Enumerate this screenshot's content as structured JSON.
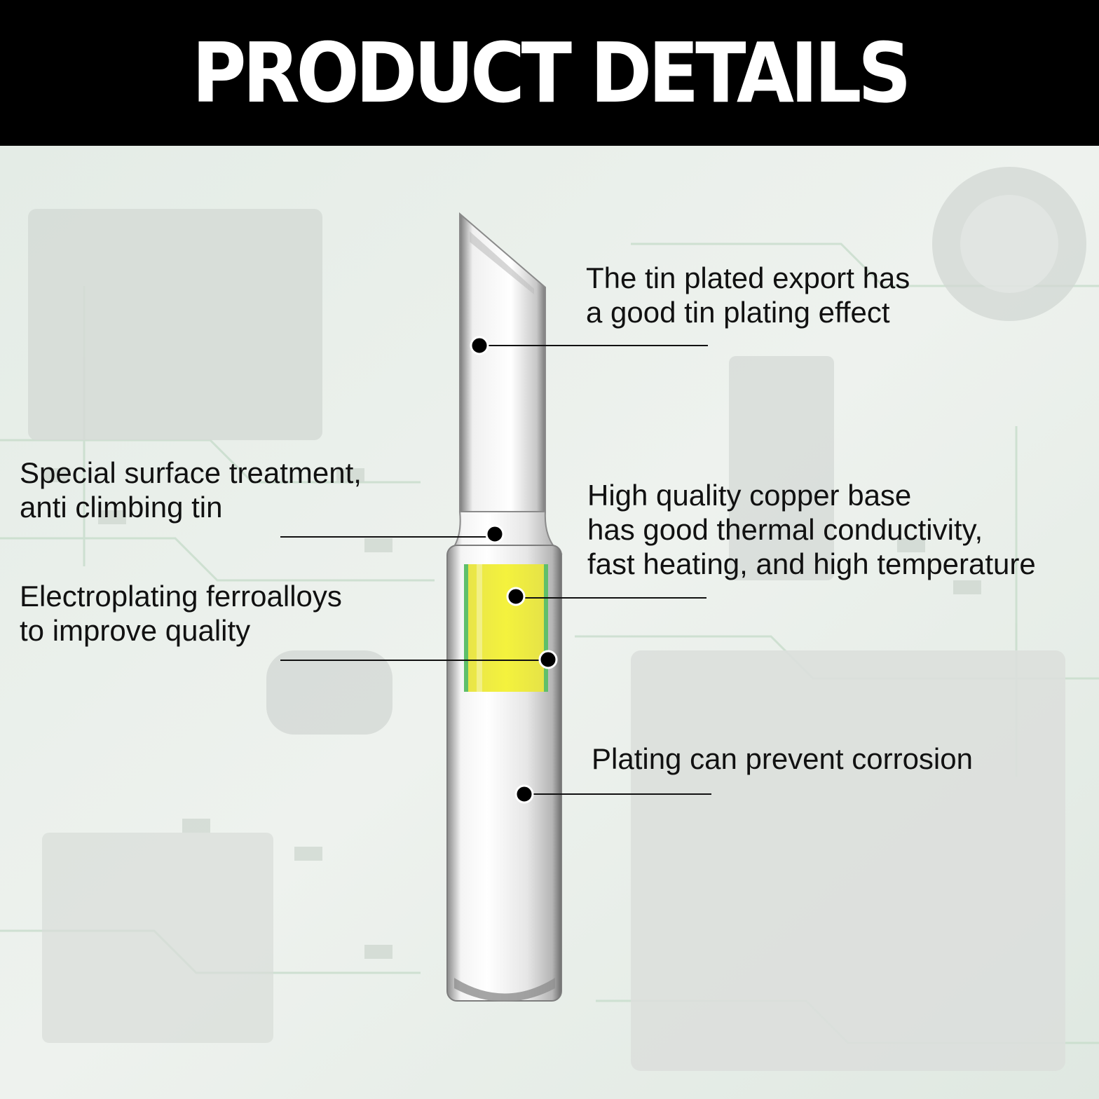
{
  "header": {
    "title": "PRODUCT DETAILS"
  },
  "annotations": {
    "tin_plated": {
      "line1": "The tin plated export has",
      "line2": "a good tin plating effect"
    },
    "surface_treatment": {
      "line1": "Special surface treatment,",
      "line2": "anti climbing tin"
    },
    "copper_base": {
      "line1": "High quality copper base",
      "line2": "has good thermal conductivity,",
      "line3": "fast heating, and high temperature"
    },
    "electroplating": {
      "line1": "Electroplating ferroalloys",
      "line2": "to improve quality"
    },
    "corrosion": {
      "line1": "Plating can prevent corrosion"
    }
  },
  "colors": {
    "header_bg": "#000000",
    "header_text": "#ffffff",
    "copper_core": "#f1f03a",
    "marker": "#000000"
  }
}
